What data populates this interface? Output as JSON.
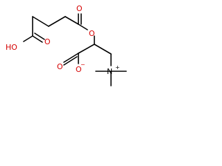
{
  "molecule": {
    "labels": {
      "ho": "HO",
      "o_top": "O",
      "o_left_carbonyl": "O",
      "o_ester": "O",
      "o_carboxylate": "O",
      "o_bottom": "O",
      "n": "N"
    },
    "charges": {
      "o_minus": "−",
      "n_plus": "+"
    },
    "colors": {
      "oxygen": "#d40000",
      "bonds": "#000000"
    }
  }
}
